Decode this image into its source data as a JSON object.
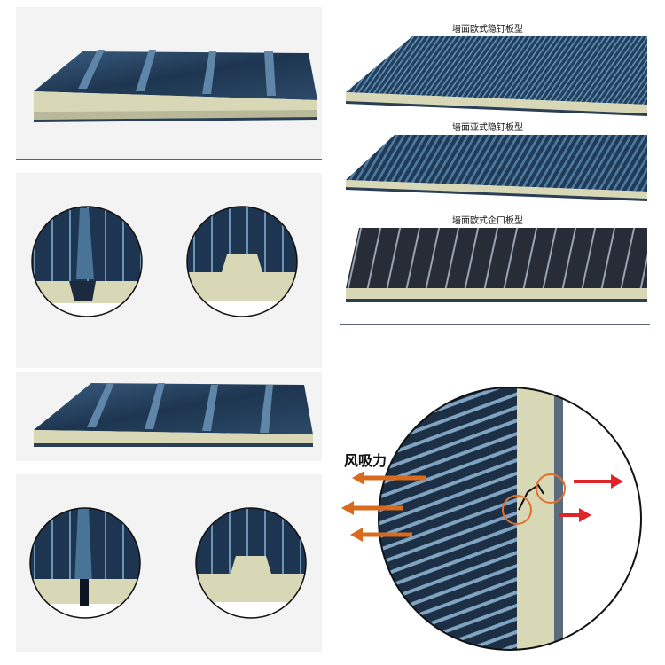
{
  "captions": {
    "wall_euro_hidden": "墙面欧式隐钉板型",
    "wall_asia_hidden": "墙面亚式隐钉板型",
    "wall_euro_tongue": "墙面欧式企口板型"
  },
  "wind_label": "风吸力",
  "colors": {
    "steel_dark": "#1c2f45",
    "steel_mid": "#2f4f6e",
    "steel_light": "#6c93b3",
    "foam": "#d8d8b6",
    "arrow_orange": "#d96a1e",
    "arrow_red": "#e0242a",
    "ring_orange": "#e3702a"
  }
}
